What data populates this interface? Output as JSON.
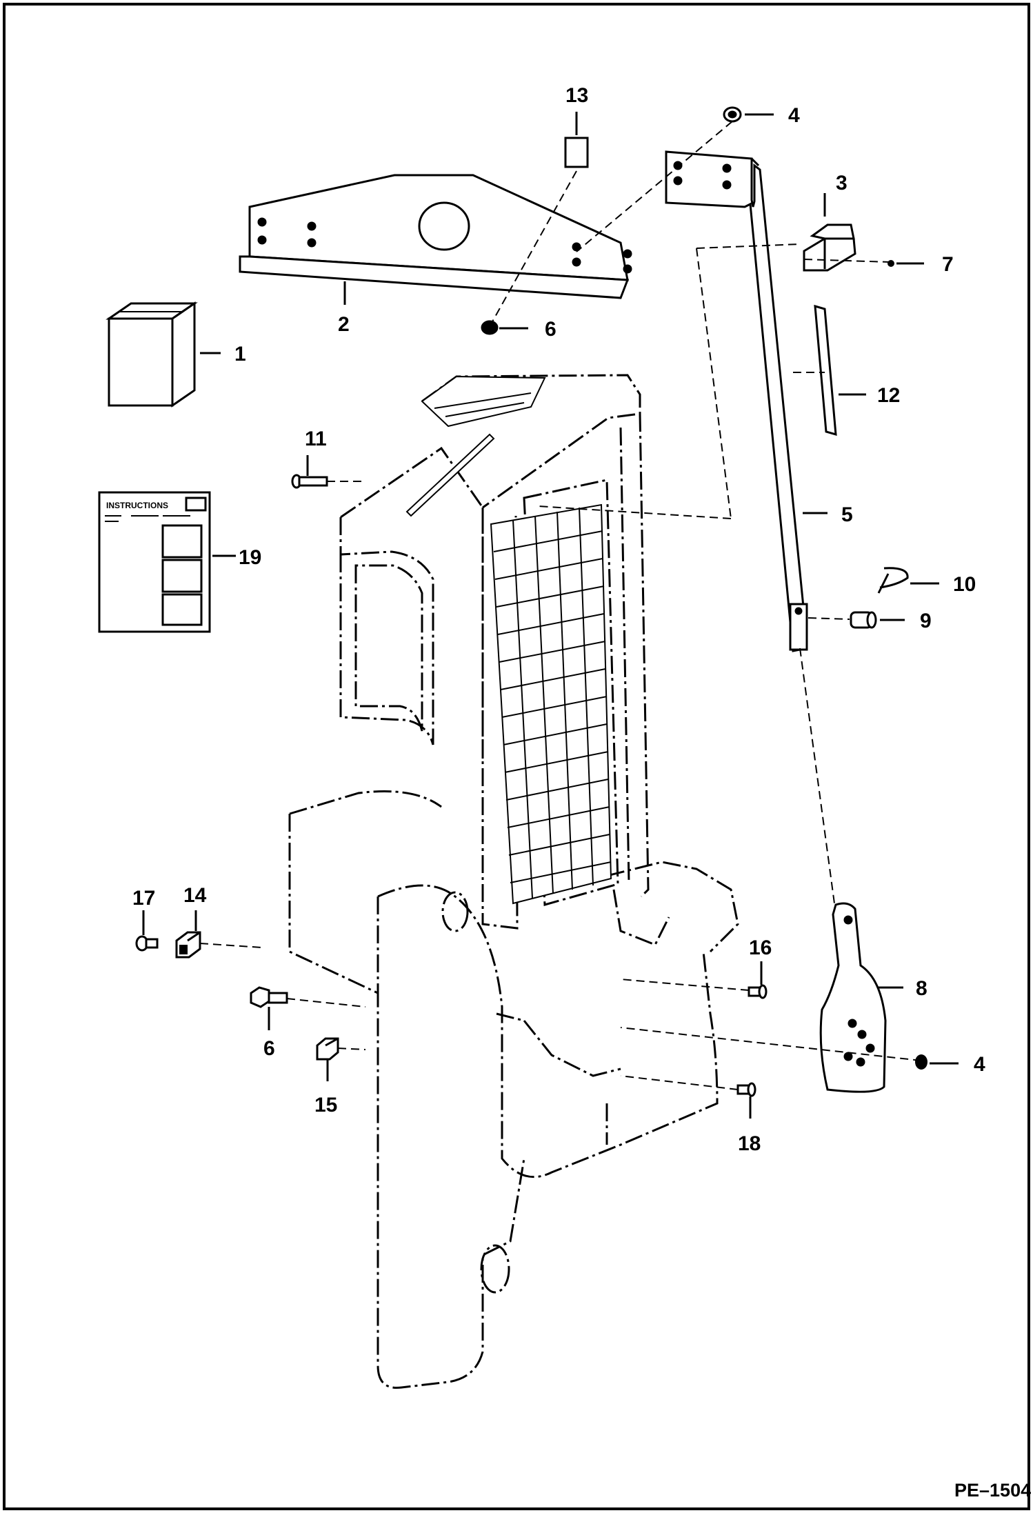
{
  "diagram": {
    "page_code": "PE–1504",
    "callouts": [
      {
        "id": "c1",
        "text": "1"
      },
      {
        "id": "c2",
        "text": "2"
      },
      {
        "id": "c3",
        "text": "3"
      },
      {
        "id": "c4a",
        "text": "4"
      },
      {
        "id": "c4b",
        "text": "4"
      },
      {
        "id": "c5",
        "text": "5"
      },
      {
        "id": "c6a",
        "text": "6"
      },
      {
        "id": "c6b",
        "text": "6"
      },
      {
        "id": "c7",
        "text": "7"
      },
      {
        "id": "c8",
        "text": "8"
      },
      {
        "id": "c9",
        "text": "9"
      },
      {
        "id": "c10",
        "text": "10"
      },
      {
        "id": "c11",
        "text": "11"
      },
      {
        "id": "c12",
        "text": "12"
      },
      {
        "id": "c13",
        "text": "13"
      },
      {
        "id": "c14",
        "text": "14"
      },
      {
        "id": "c15",
        "text": "15"
      },
      {
        "id": "c16",
        "text": "16"
      },
      {
        "id": "c17",
        "text": "17"
      },
      {
        "id": "c18",
        "text": "18"
      },
      {
        "id": "c19",
        "text": "19"
      }
    ],
    "instructions_sheet_title": "INSTRUCTIONS",
    "colors": {
      "line": "#000000",
      "background": "#ffffff"
    }
  }
}
